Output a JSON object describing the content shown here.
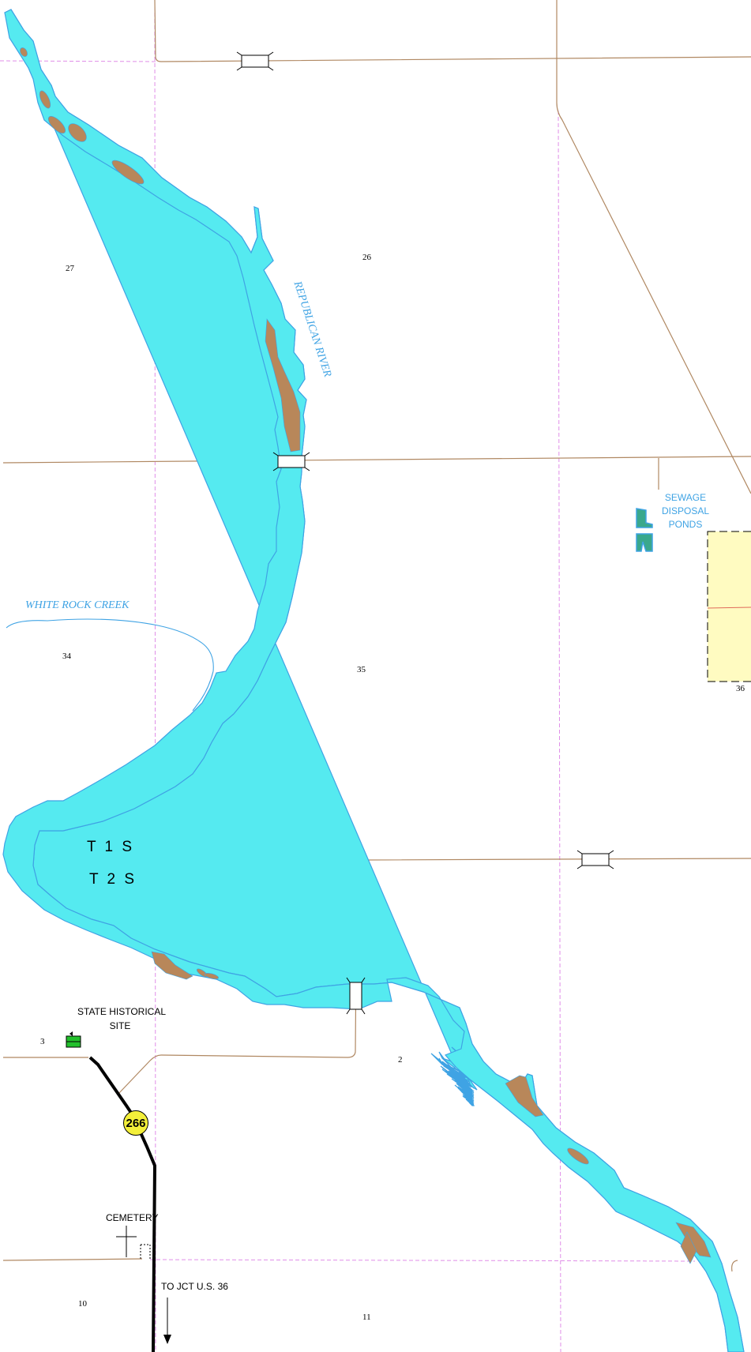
{
  "sections": [
    "27",
    "26",
    "34",
    "35",
    "36",
    "3",
    "2",
    "10",
    "11"
  ],
  "townships": {
    "north": "T 1 S",
    "south": "T 2 S"
  },
  "water_labels": {
    "river": "REPUBLICAN    RIVER",
    "creek": "WHITE ROCK CREEK"
  },
  "features": {
    "sewage_line1": "SEWAGE DISPOSAL",
    "sewage_line2": "PONDS",
    "historic_line1": "STATE HISTORICAL",
    "historic_line2": "SITE",
    "cemetery": "CEMETERY",
    "direction": "TO JCT U.S. 36",
    "route_number": "266"
  },
  "colors": {
    "water": "#55eaf0",
    "water_edge": "#3fa3e4",
    "sandbar": "#b8875a",
    "road": "#b08862",
    "section_line": "#e08ee8",
    "city_fill": "#fffbc1",
    "shield": "#f3ef3a"
  }
}
